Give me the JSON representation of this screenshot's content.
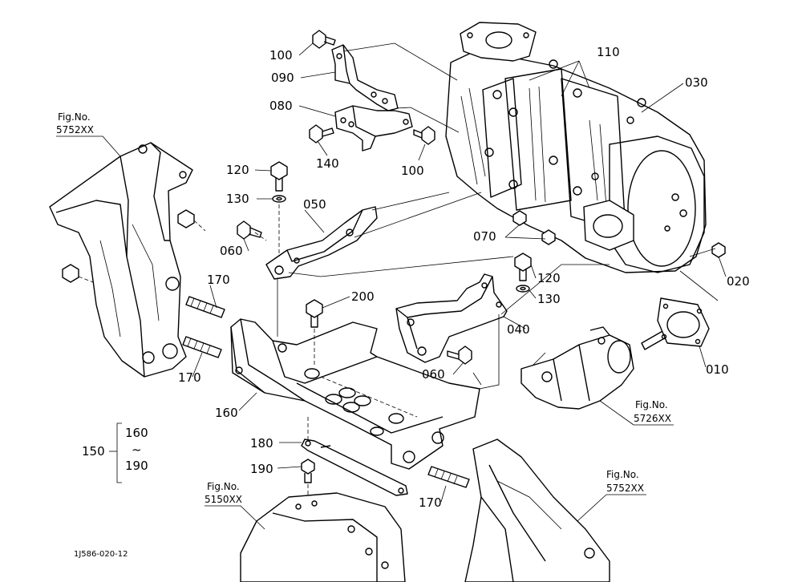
{
  "labels": {
    "p100a": "100",
    "p090": "090",
    "p080": "080",
    "p140": "140",
    "p100b": "100",
    "p110": "110",
    "p030": "030",
    "p120a": "120",
    "p130a": "130",
    "p050": "050",
    "p060a": "060",
    "p070": "070",
    "p020": "020",
    "p170a": "170",
    "p200": "200",
    "p120b": "120",
    "p130b": "130",
    "p040": "040",
    "p170b": "170",
    "p060b": "060",
    "p010": "010",
    "p160": "160",
    "p180": "180",
    "p190": "190",
    "p170c": "170",
    "p150": "150",
    "p160r": "160",
    "tilde": "~",
    "p190r": "190"
  },
  "fig_refs": {
    "f5752a_title": "Fig.No.",
    "f5752a_num": "5752XX",
    "f5726_title": "Fig.No.",
    "f5726_num": "5726XX",
    "f5150_title": "Fig.No.",
    "f5150_num": "5150XX",
    "f5752b_title": "Fig.No.",
    "f5752b_num": "5752XX"
  },
  "diagram_code": "1J586-020-12"
}
